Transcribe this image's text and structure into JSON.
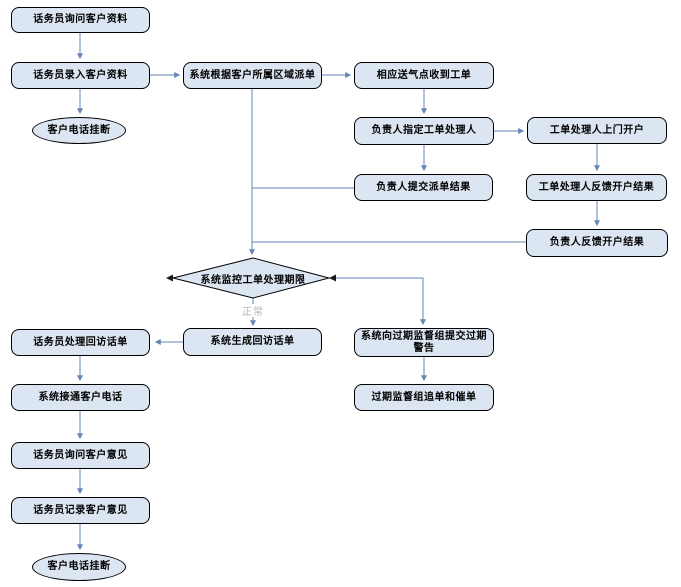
{
  "diagram": {
    "type": "flowchart",
    "language": "zh-CN",
    "colors": {
      "background": "#ffffff",
      "node_fill": "#dce6f2",
      "node_border": "#000000",
      "node_text": "#000000",
      "connector": "#6586b4",
      "branch_label_text": "#b4b4b4"
    },
    "nodes": {
      "ask_info": {
        "label": "话务员询问客户资料",
        "shape": "rounded-rect"
      },
      "record_info": {
        "label": "话务员录入客户资料",
        "shape": "rounded-rect"
      },
      "hangup_top": {
        "label": "客户电话挂断",
        "shape": "ellipse"
      },
      "dispatch_by_region": {
        "label": "系统根据客户所属区域派单",
        "shape": "rounded-rect"
      },
      "station_receive": {
        "label": "相应送气点收到工单",
        "shape": "rounded-rect"
      },
      "assign_handler": {
        "label": "负责人指定工单处理人",
        "shape": "rounded-rect"
      },
      "door_open_account": {
        "label": "工单处理人上门开户",
        "shape": "rounded-rect"
      },
      "submit_dispatch_result": {
        "label": "负责人提交派单结果",
        "shape": "rounded-rect"
      },
      "handler_feedback": {
        "label": "工单处理人反馈开户结果",
        "shape": "rounded-rect"
      },
      "leader_feedback": {
        "label": "负责人反馈开户结果",
        "shape": "rounded-rect"
      },
      "monitor_deadline": {
        "label": "系统监控工单处理期限",
        "shape": "diamond"
      },
      "generate_callback": {
        "label": "系统生成回访话单",
        "shape": "rounded-rect"
      },
      "overdue_warning": {
        "label": "系统向过期监督组提交过期警告",
        "shape": "rounded-rect"
      },
      "overdue_chase": {
        "label": "过期监督组追单和催单",
        "shape": "rounded-rect"
      },
      "handle_callback": {
        "label": "话务员处理回访话单",
        "shape": "rounded-rect"
      },
      "connect_call": {
        "label": "系统接通客户电话",
        "shape": "rounded-rect"
      },
      "ask_opinion": {
        "label": "话务员询问客户意见",
        "shape": "rounded-rect"
      },
      "record_opinion": {
        "label": "话务员记录客户意见",
        "shape": "rounded-rect"
      },
      "hangup_bottom": {
        "label": "客户电话挂断",
        "shape": "ellipse"
      }
    },
    "edge_labels": {
      "normal": "正常"
    }
  }
}
